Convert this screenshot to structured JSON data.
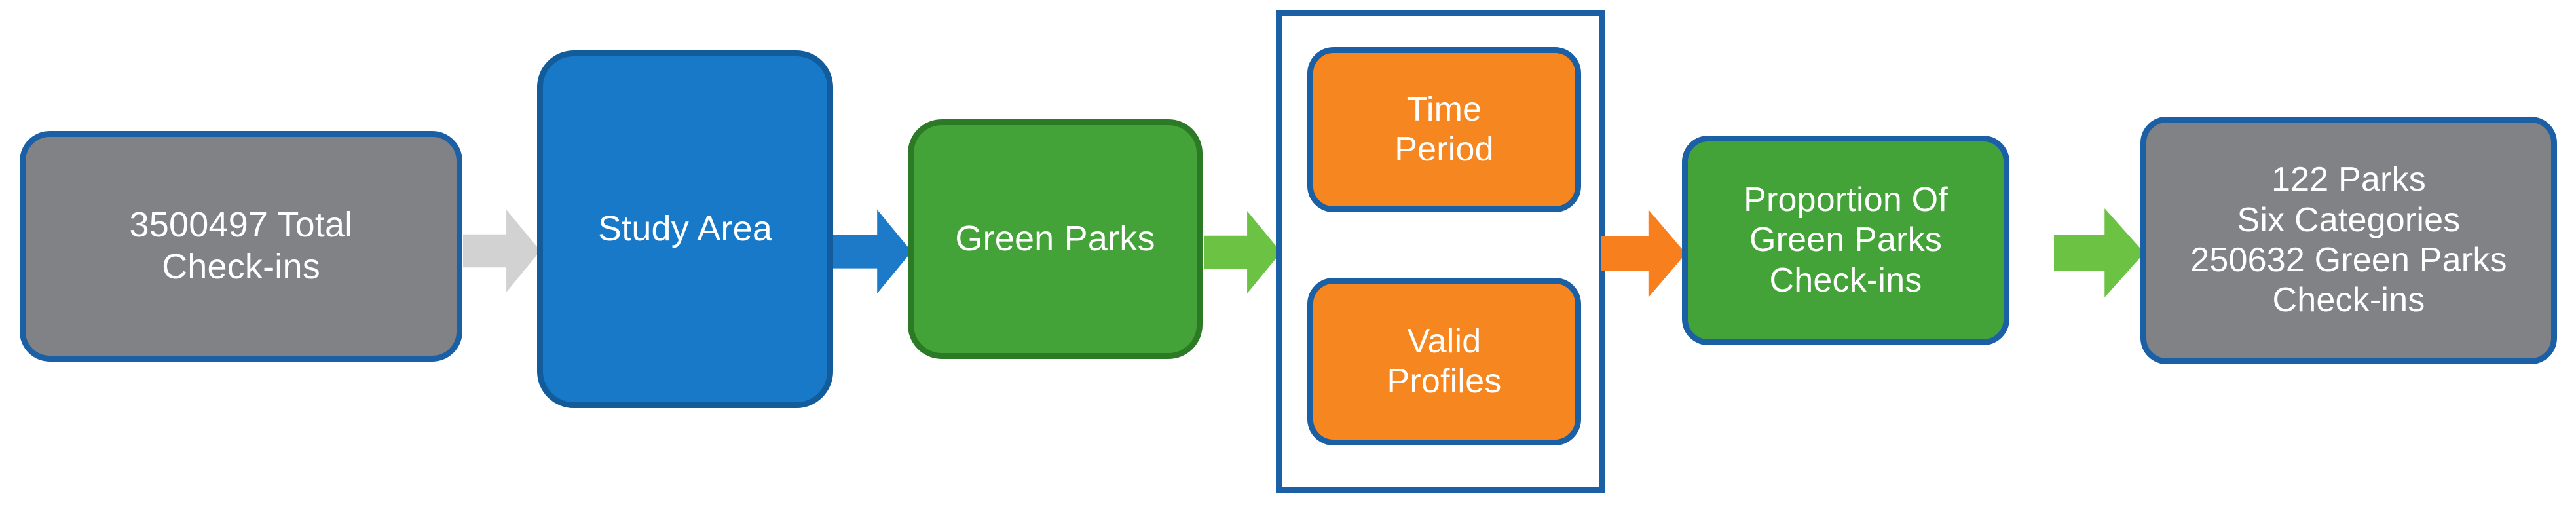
{
  "diagram": {
    "title": "Green Parks Check-ins Data Processing Flowchart",
    "type": "left-to-right process flow",
    "colors": {
      "gray_fill": "#808285",
      "blue_fill": "#1879C9",
      "green_fill": "#44A338",
      "orange_fill": "#F68620",
      "blue_border": "#1B5FA5",
      "dark_blue_border": "#135C9B",
      "dark_green_border": "#2C7A25",
      "gray_arrow": "#D2D2D2",
      "blue_arrow": "#1C7AC8",
      "light_green_arrow": "#6CC243",
      "orange_arrow": "#F77F1E",
      "label_text": "#FFFFFF"
    },
    "nodes": [
      {
        "id": "total-checkins",
        "label": "3500497 Total\nCheck-ins",
        "shape": "rounded-rectangle",
        "fill": "gray",
        "border": "blue"
      },
      {
        "id": "study-area",
        "label": "Study Area",
        "shape": "rounded-rectangle",
        "fill": "blue",
        "border": "dark-blue"
      },
      {
        "id": "green-parks",
        "label": "Green Parks",
        "shape": "rounded-rectangle",
        "fill": "green",
        "border": "dark-green"
      },
      {
        "id": "time-period",
        "label": "Time\nPeriod",
        "shape": "rounded-rectangle",
        "fill": "orange",
        "border": "blue"
      },
      {
        "id": "valid-profiles",
        "label": "Valid\nProfiles",
        "shape": "rounded-rectangle",
        "fill": "orange",
        "border": "blue"
      },
      {
        "id": "proportion",
        "label": "Proportion Of\nGreen Parks\nCheck-ins",
        "shape": "rounded-rectangle",
        "fill": "green",
        "border": "blue"
      },
      {
        "id": "results",
        "label": "122 Parks\nSix Categories\n250632 Green Parks\nCheck-ins",
        "shape": "rounded-rectangle",
        "fill": "gray",
        "border": "blue"
      }
    ],
    "group": {
      "id": "filters-group",
      "shape": "rectangle",
      "border": "blue",
      "contains": [
        "time-period",
        "valid-profiles"
      ]
    },
    "arrows": [
      {
        "id": "total-to-study",
        "from": "total-checkins",
        "to": "study-area",
        "color": "#D2D2D2",
        "direction": "right"
      },
      {
        "id": "study-to-parks",
        "from": "study-area",
        "to": "green-parks",
        "color": "#1C7AC8",
        "direction": "right"
      },
      {
        "id": "parks-to-filters",
        "from": "green-parks",
        "to": "filters-group",
        "color": "#6CC243",
        "direction": "right"
      },
      {
        "id": "filters-to-proportion",
        "from": "filters-group",
        "to": "proportion",
        "color": "#F77F1E",
        "direction": "right"
      },
      {
        "id": "proportion-to-results",
        "from": "proportion",
        "to": "results",
        "color": "#6CC243",
        "direction": "right"
      }
    ]
  }
}
